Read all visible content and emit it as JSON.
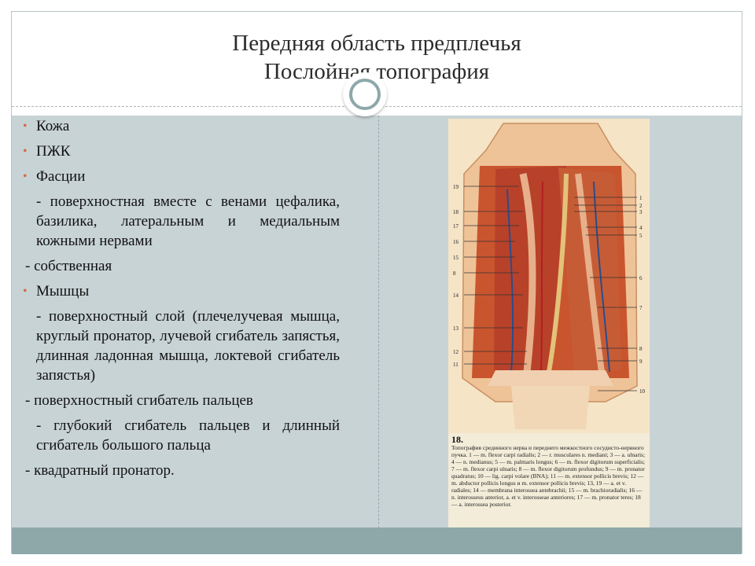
{
  "title": {
    "line1": "Передняя область предплечья",
    "line2": "Послойная топография"
  },
  "bullets": {
    "skin": "Кожа",
    "fat": "ПЖК",
    "fascia": "Фасции",
    "muscles": "Мышцы"
  },
  "fascia_items": {
    "superficial": "- поверхностная вместе с венами цефалика, базилика, латеральным и медиальным кожными нервами",
    "proper": "- собственная"
  },
  "muscle_items": {
    "superficial_layer": "- поверхностный слой (плечелучевая мышца, круглый пронатор, лучевой сгибатель запястья, длинная ладонная мышца, локтевой сгибатель запястья)",
    "flexor_superficial": "- поверхностный сгибатель пальцев",
    "deep_flexors": "- глубокий сгибатель пальцев и длинный сгибатель большого пальца",
    "pronator_quadratus": "- квадратный пронатор."
  },
  "plate": {
    "figure_number": "18.",
    "labels_left": [
      "19",
      "18",
      "17",
      "16",
      "15",
      "8",
      "14",
      "13",
      "12",
      "11"
    ],
    "labels_right": [
      "1",
      "2",
      "3",
      "4",
      "5",
      "6",
      "7",
      "8",
      "9",
      "10"
    ],
    "caption": "Топография срединного нерва и переднего межкостного сосудисто-нервного пучка. 1 — m. flexor carpi radialis; 2 — r. musculares n. mediani; 3 — a. ulnaris; 4 — n. medianus; 5 — m. palmaris longus; 6 — m. flexor digitorum superficialis; 7 — m. flexor carpi ulnaris; 8 — m. flexor digitorum profundus; 9 — m. pronator quadratus; 10 — lig. carpi volare (BNA); 11 — m. extensor pollicis brevis; 12 — m. abductor pollicis longus и m. extensor pollicis brevis; 13, 19 — a. et v. radiales; 14 — membrana interossea antebrachii; 15 — m. brachioradialis; 16 — n. interosseus anterior, a. et v. interosseae anteriores; 17 — m. pronator teres; 18 — a. interossea posterior."
  },
  "colors": {
    "content_bg": "#c8d3d6",
    "band": "#8ea8aa",
    "bullet": "#d86b46"
  }
}
